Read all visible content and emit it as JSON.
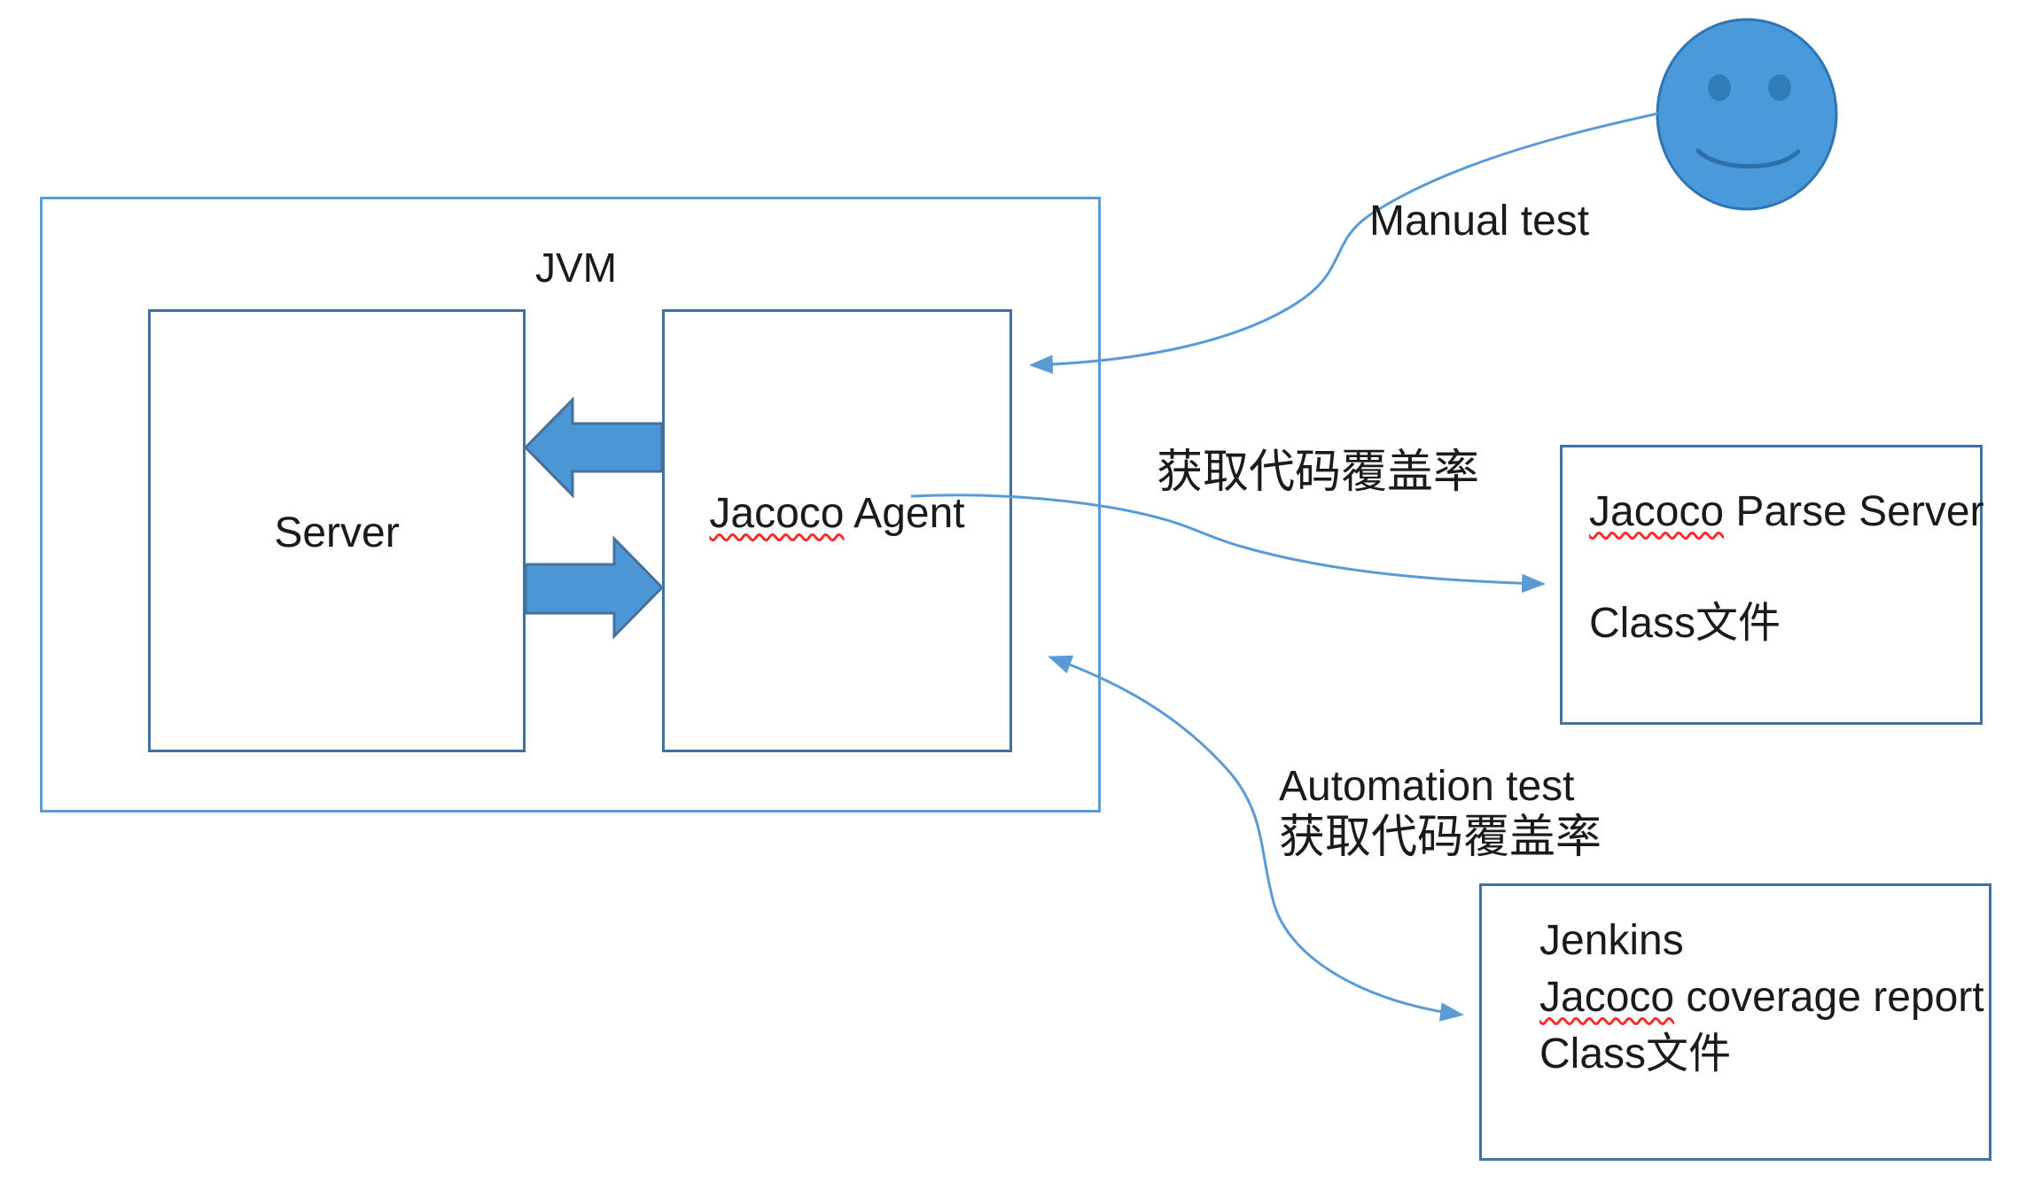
{
  "colors": {
    "connector": "#5B9BD5",
    "outer_box_border": "#5B9BD5",
    "inner_box_border": "#41719C",
    "block_arrow_fill": "#4D96D6",
    "block_arrow_border": "#41719C",
    "face_fill": "#4A99DB",
    "face_border": "#2E75B6",
    "face_eyes": "#2F7CB9",
    "face_mouth": "#2D6FA8",
    "spellcheck_underline": "#FF2A2A",
    "text": "#1A1A1A"
  },
  "jvm_group": {
    "title": "JVM",
    "server_label": "Server",
    "agent_label": {
      "misspelled": "Jacoco",
      "rest": " Agent"
    }
  },
  "connectors": {
    "manual": {
      "label": "Manual test"
    },
    "coverage": {
      "label": "获取代码覆盖率"
    },
    "automation": {
      "label_line1": "Automation test",
      "label_line2": "获取代码覆盖率"
    }
  },
  "parse_server_box": {
    "line1": {
      "misspelled": "Jacoco",
      "rest": " Parse Server"
    },
    "line2": {
      "latin": "Class",
      "cjk": "文件"
    }
  },
  "jenkins_box": {
    "line1": "Jenkins",
    "line2": {
      "misspelled": "Jacoco",
      "rest": " coverage report"
    },
    "line3": {
      "latin": "Class",
      "cjk": "文件"
    }
  },
  "icons": {
    "smiley": "smiley-face-icon"
  }
}
